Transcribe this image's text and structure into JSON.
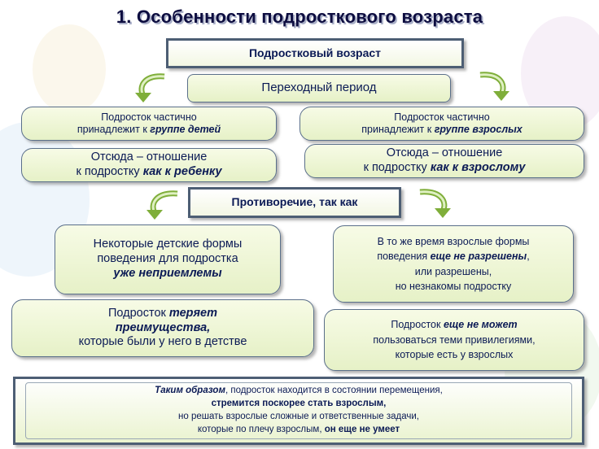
{
  "title": "1. Особенности подросткового возраста",
  "boxes": {
    "top": "Подростковый возраст",
    "transitional": "Переходный период",
    "left1": {
      "line1": "Подросток частично",
      "line2_prefix": "принадлежит к ",
      "line2_emph": "группе детей"
    },
    "right1": {
      "line1": "Подросток частично",
      "line2_prefix": "принадлежит к ",
      "line2_emph": "группе взрослых"
    },
    "left2": {
      "line1": "Отсюда – отношение",
      "line2_prefix": "к подростку ",
      "line2_emph": "как к ребенку"
    },
    "right2": {
      "line1": "Отсюда – отношение",
      "line2_prefix": "к подростку ",
      "line2_emph": "как к  взрослому"
    },
    "contradiction": "Противоречие, так как",
    "left3": {
      "line1": "Некоторые детские формы",
      "line2": "поведения для подростка",
      "line3_emph": "уже неприемлемы"
    },
    "right3": {
      "line1": "В то же время взрослые формы",
      "line2_prefix": "поведения ",
      "line2_emph": "еще не разрешены",
      "line2_suffix": ",",
      "line3": "или разрешены,",
      "line4": "но незнакомы подростку"
    },
    "left4": {
      "line1_prefix": "Подросток ",
      "line1_emph": "теряет",
      "line2_emph": "преимущества,",
      "line3": "которые были у него в детстве"
    },
    "right4": {
      "line1_prefix": "Подросток ",
      "line1_emph": "еще не может",
      "line2": "пользоваться теми привилегиями,",
      "line3": "которые есть у взрослых"
    },
    "bottom": {
      "line1_emph": "Таким образом",
      "line1_rest": ", подросток находится в состоянии перемещения,",
      "line2": "стремится поскорее стать взрослым,",
      "line3": "но решать взрослые  сложные и ответственные задачи,",
      "line4_prefix": "которые по плечу взрослым, ",
      "line4_emph": "он еще не умеет"
    }
  },
  "colors": {
    "box_fill": "#eef6d6",
    "box_border": "#5a6f8a",
    "text": "#0b1a55",
    "arrow_green": "#7fae3a"
  }
}
